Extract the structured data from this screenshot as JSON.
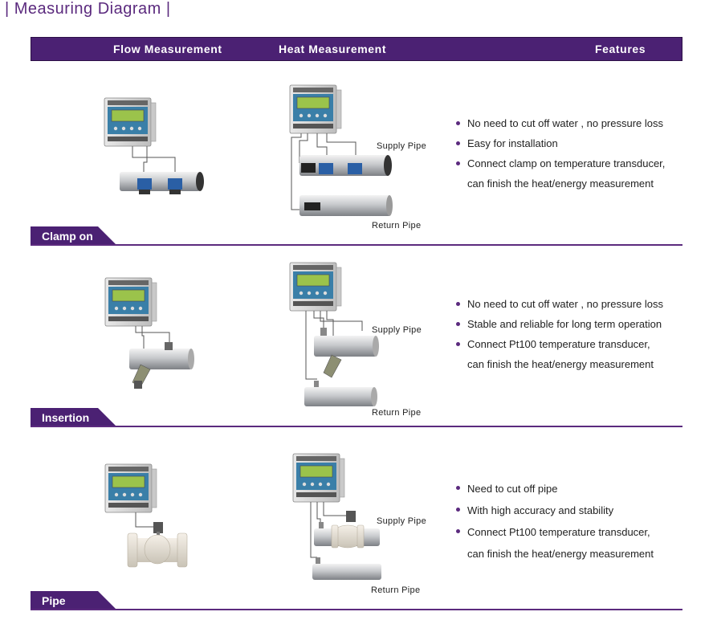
{
  "title": "| Measuring Diagram |",
  "header": {
    "flow": "Flow Measurement",
    "heat": "Heat Measurement",
    "features": "Features"
  },
  "colors": {
    "accent": "#4b2173",
    "bullet": "#5b2a7e"
  },
  "sections": [
    {
      "tag": "Clamp on",
      "supply_label": "Supply Pipe",
      "return_label": "Return Pipe",
      "features": [
        "No need to cut off  water , no pressure loss",
        "Easy for installation",
        "Connect  clamp on temperature transducer,",
        "can finish the heat/energy measurement"
      ]
    },
    {
      "tag": "Insertion",
      "supply_label": "Supply  Pipe",
      "return_label": "Return Pipe",
      "features": [
        "No need to cut off  water , no pressure loss",
        "Stable and reliable for long term operation",
        "Connect  Pt100 temperature transducer,",
        "can finish the heat/energy measurement"
      ]
    },
    {
      "tag": "Pipe",
      "supply_label": "Supply  Pipe",
      "return_label": "Return Pipe",
      "features": [
        "Need  to cut off pipe",
        "With  high  accuracy  and  stability",
        "Connect Pt100 temperature transducer,",
        "can finish the heat/energy measurement"
      ]
    }
  ]
}
